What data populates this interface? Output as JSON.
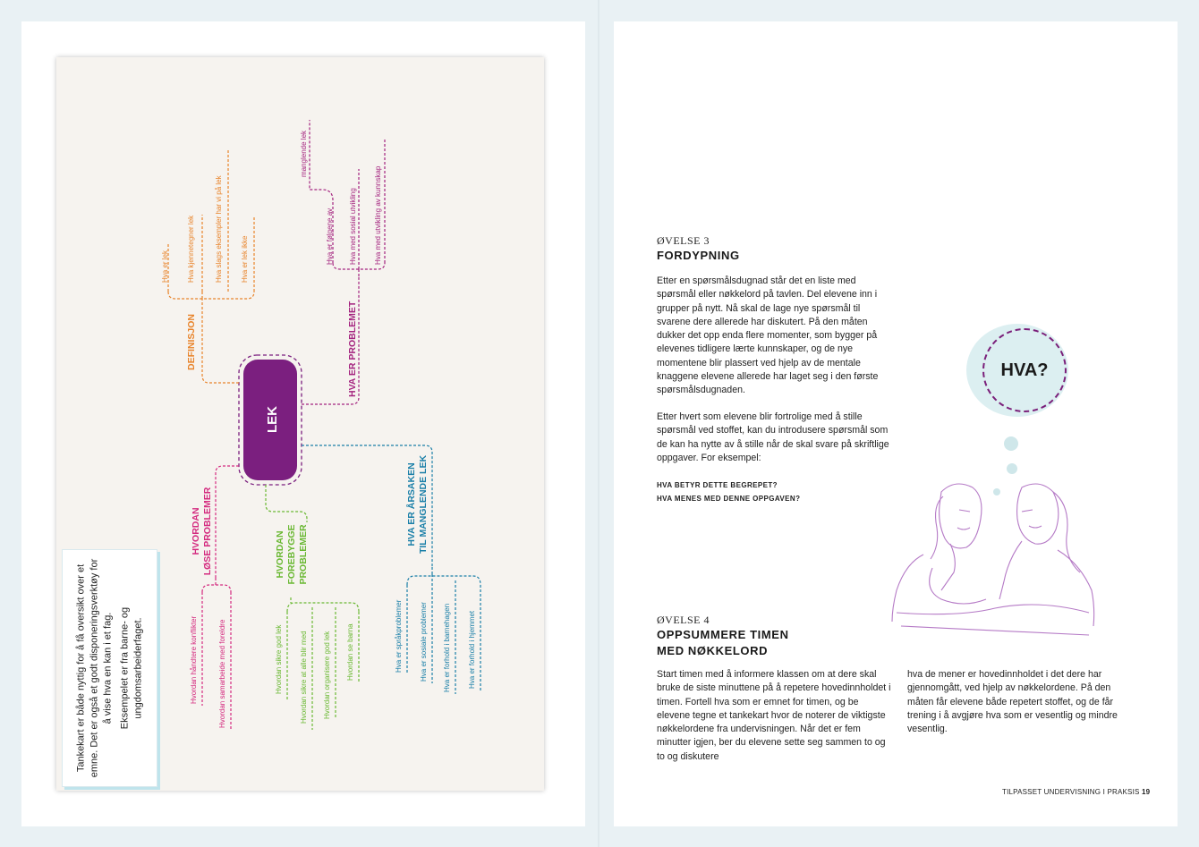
{
  "left": {
    "mindmap": {
      "center": "LEK",
      "branches": [
        {
          "key": "definisjon",
          "label": [
            "DEFINISJON"
          ],
          "color": "#e8832a",
          "items": [
            "Hva er lek",
            "Hva kjennetegner lek",
            "Hva slags eksempler har vi på lek",
            "Hva er lek ikke"
          ]
        },
        {
          "key": "problemet",
          "label": [
            "HVA ER PROBLEMET"
          ],
          "color": "#a4237f",
          "items": [
            "Hva er følgene av",
            "manglende lek",
            "Hva med sosial utvikling",
            "Hva med utvikling av kunnskap"
          ]
        },
        {
          "key": "lose",
          "label": [
            "HVORDAN",
            "LØSE PROBLEMER"
          ],
          "color": "#d42a7f",
          "items": [
            "Hvordan håndtere konflikter",
            "Hvordan samarbeide med foreldre"
          ]
        },
        {
          "key": "forebygge",
          "label": [
            "HVORDAN",
            "FOREBYGGE",
            "PROBLEMER"
          ],
          "color": "#6ab833",
          "items": [
            "Hvordan sikre god lek",
            "Hvordan sikre at alle blir med",
            "Hvordan organisere god lek",
            "Hvordan se barna"
          ]
        },
        {
          "key": "arsaken",
          "label": [
            "HVA ER ÅRSAKEN",
            "TIL MANGLENDE LEK"
          ],
          "color": "#1a7fa8",
          "items": [
            "Hva er språkproblemer",
            "Hva er sosiale problemer",
            "Hva er forhold i barnehagen",
            "Hva er forhold i hjemmet"
          ]
        }
      ]
    },
    "info": {
      "p1": "Tankekart er både nyttig for å få oversikt over et emne. Det er også et godt disponeringsverktøy for å vise hva en kan i et fag.",
      "p2": "Eksempelet er fra barne- og ungdomsarbeiderfaget."
    }
  },
  "right": {
    "ex3": {
      "label": "ØVELSE 3",
      "title": "FORDYPNING",
      "p1": "Etter en spørsmålsdugnad står det en liste med spørsmål eller nøkkelord på tavlen. Del elevene inn i grupper på nytt. Nå skal de lage nye spørsmål til svarene dere allerede har diskutert. På den måten dukker det opp enda flere momenter, som bygger på elevenes tidligere lærte kunnskaper, og de nye momentene blir plassert ved hjelp av de mentale knaggene elevene allerede har laget seg i den første spørsmålsdugnaden.",
      "p2": "Etter hvert som elevene blir fortrolige med å stille spørsmål ved stoffet, kan du introdusere spørsmål som de kan ha nytte av å stille når de skal svare på skriftlige oppgaver. For eksempel:",
      "q1": "HVA BETYR DETTE BEGREPET?",
      "q2": "HVA MENES MED DENNE OPPGAVEN?"
    },
    "bubble": "HVA?",
    "ex4": {
      "label": "ØVELSE 4",
      "title1": "OPPSUMMERE TIMEN",
      "title2": "MED NØKKELORD",
      "col1": "Start timen med å informere klassen om at dere skal bruke de siste minuttene på å repetere hovedinnholdet i timen. Fortell hva som er emnet for timen, og be elevene tegne et tankekart hvor de noterer de viktigste nøkkelordene fra undervisningen. Når det er fem minutter igjen, ber du elevene sette seg sammen to og to og diskutere",
      "col2": "hva de mener er hovedinnholdet i det dere har gjennomgått, ved hjelp av nøkkelordene. På den måten får elevene både repetert stoffet, og de får trening i å avgjøre hva som er vesentlig og mindre vesentlig."
    },
    "footer": {
      "text": "TILPASSET UNDERVISNING I PRAKSIS",
      "page": "19"
    }
  }
}
